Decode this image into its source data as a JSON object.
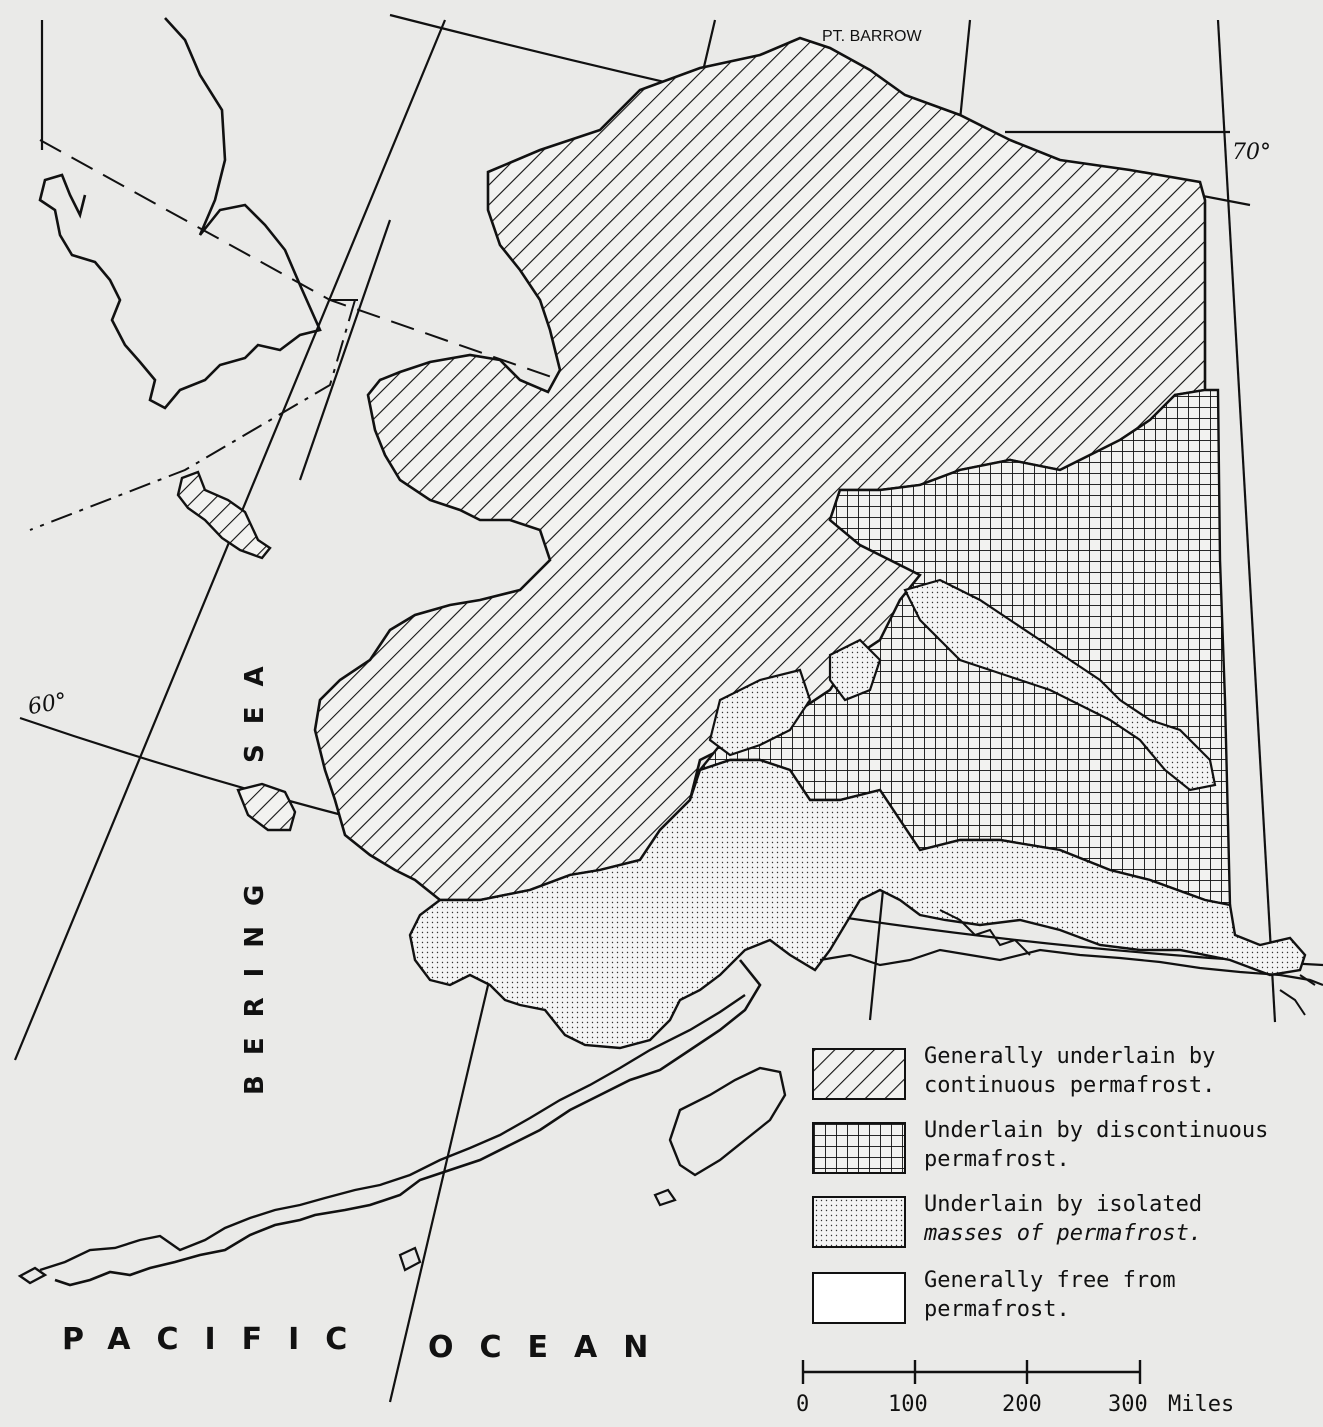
{
  "labels": {
    "pt_barrow": "PT. BARROW",
    "lat_70": "70°",
    "lat_60": "60°",
    "bering": "BERING",
    "sea": "SEA",
    "pacific": "PACIFIC",
    "ocean": "OCEAN"
  },
  "legend": [
    {
      "id": "continuous",
      "line1": "Generally underlain by",
      "line2": "continuous permafrost.",
      "pattern": "diagonal-hatch"
    },
    {
      "id": "discontinuous",
      "line1": "Underlain by discontinuous",
      "line2": "permafrost.",
      "pattern": "grid-hatch"
    },
    {
      "id": "isolated",
      "line1": "Underlain by isolated",
      "line2": "masses of permafrost.",
      "pattern": "stipple"
    },
    {
      "id": "free",
      "line1": "Generally free from",
      "line2": "permafrost.",
      "pattern": "blank"
    }
  ],
  "scale_bar": {
    "ticks": [
      "0",
      "100",
      "200",
      "300"
    ],
    "unit": "Miles"
  },
  "colors": {
    "paper": "#eaeae8",
    "ink": "#111111",
    "stipple_fill": "#f4f4f4"
  }
}
